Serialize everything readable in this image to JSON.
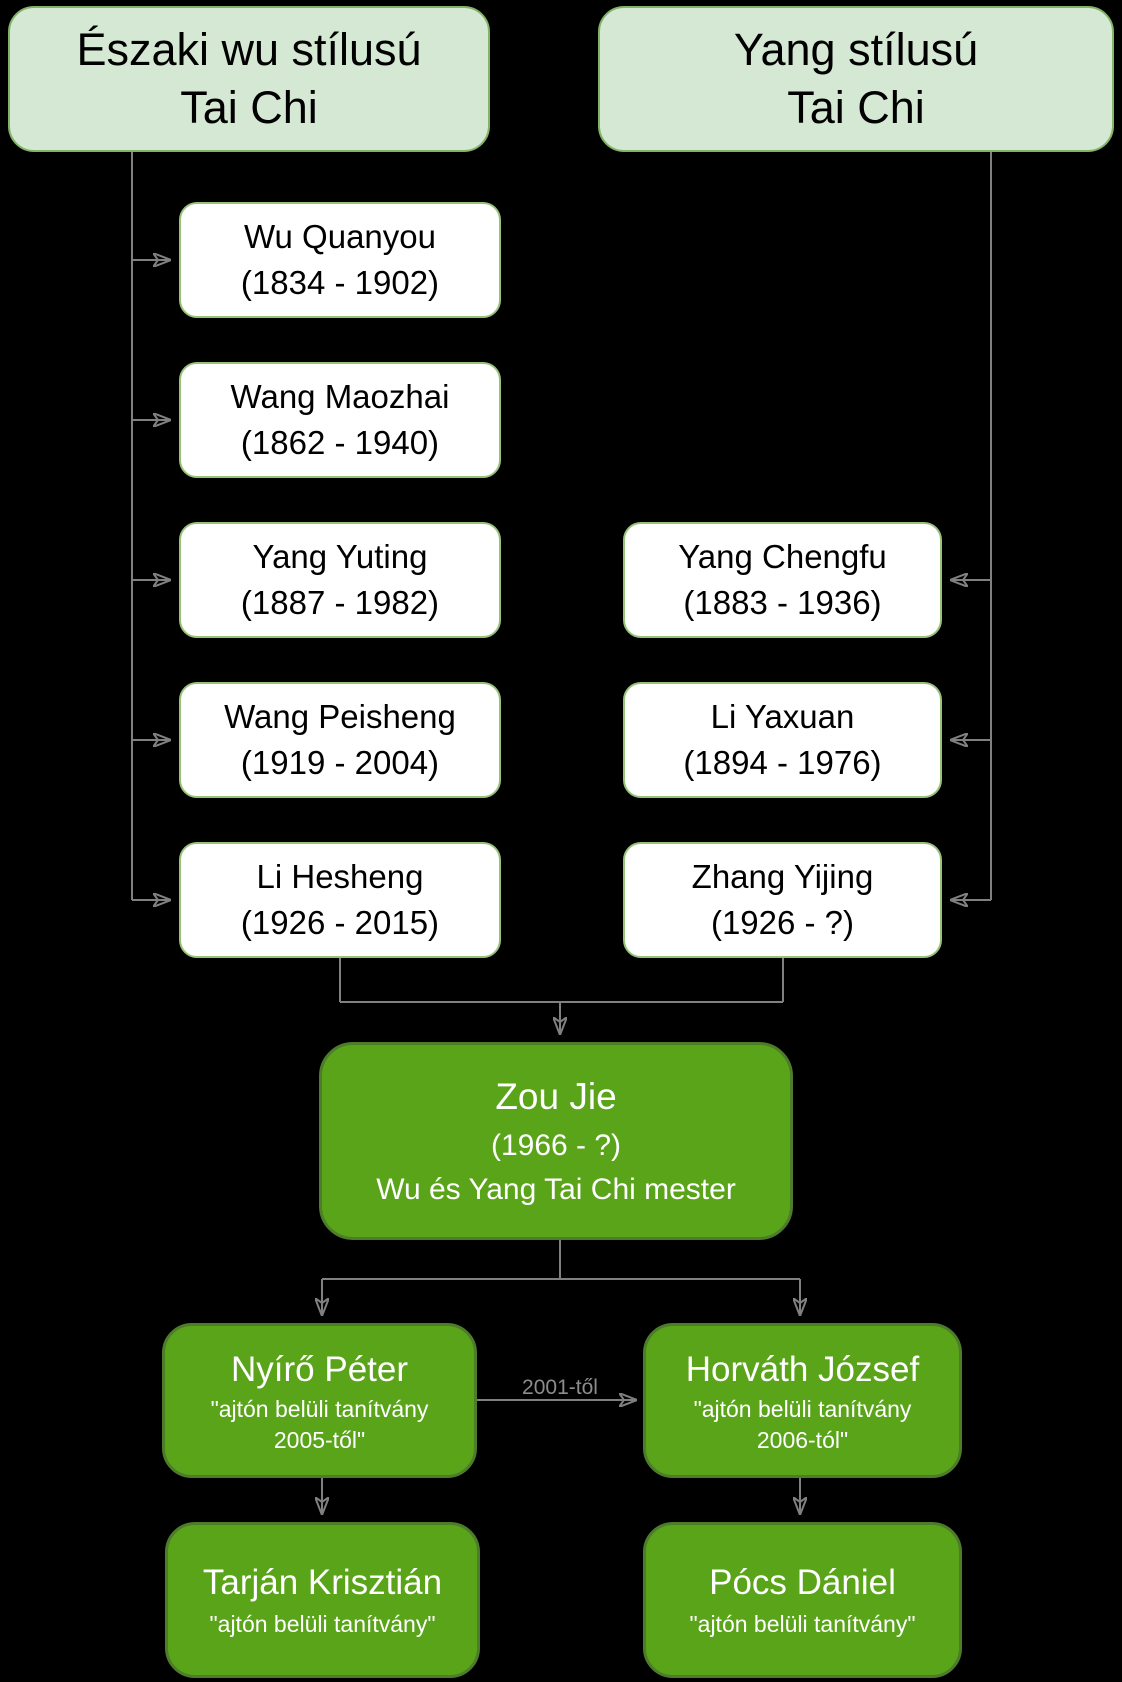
{
  "colors": {
    "background": "#000000",
    "header_fill": "#d5e8d4",
    "header_border": "#82b366",
    "master_fill": "#ffffff",
    "master_border": "#97c379",
    "highlight_fill": "#5aa41a",
    "highlight_border": "#4d7d2a",
    "connector": "#808080",
    "connector_label_color": "#8c8c8c"
  },
  "headers": {
    "wu": {
      "line1": "Északi wu stílusú",
      "line2": "Tai Chi"
    },
    "yang": {
      "line1": "Yang stílusú",
      "line2": "Tai Chi"
    }
  },
  "wu_lineage": [
    {
      "name": "Wu Quanyou",
      "years": "(1834 - 1902)"
    },
    {
      "name": "Wang Maozhai",
      "years": "(1862 - 1940)"
    },
    {
      "name": "Yang Yuting",
      "years": "(1887 - 1982)"
    },
    {
      "name": "Wang Peisheng",
      "years": "(1919 - 2004)"
    },
    {
      "name": "Li Hesheng",
      "years": "(1926 - 2015)"
    }
  ],
  "yang_lineage": [
    {
      "name": "Yang Chengfu",
      "years": "(1883 - 1936)"
    },
    {
      "name": "Li Yaxuan",
      "years": "(1894 - 1976)"
    },
    {
      "name": "Zhang Yijing",
      "years": "(1926 - ?)"
    }
  ],
  "zou_jie": {
    "name": "Zou Jie",
    "years": "(1966 - ?)",
    "title": "Wu és Yang Tai Chi mester"
  },
  "students": [
    {
      "name": "Nyírő Péter",
      "note_line1": "\"ajtón belüli tanítvány",
      "note_line2": "2005-től\""
    },
    {
      "name": "Horváth József",
      "note_line1": "\"ajtón belüli tanítvány",
      "note_line2": "2006-tól\""
    }
  ],
  "inner_students": [
    {
      "name": "Tarján Krisztián",
      "note": "\"ajtón belüli tanítvány\""
    },
    {
      "name": "Pócs Dániel",
      "note": "\"ajtón belüli tanítvány\""
    }
  ],
  "connector_label": "2001-től"
}
